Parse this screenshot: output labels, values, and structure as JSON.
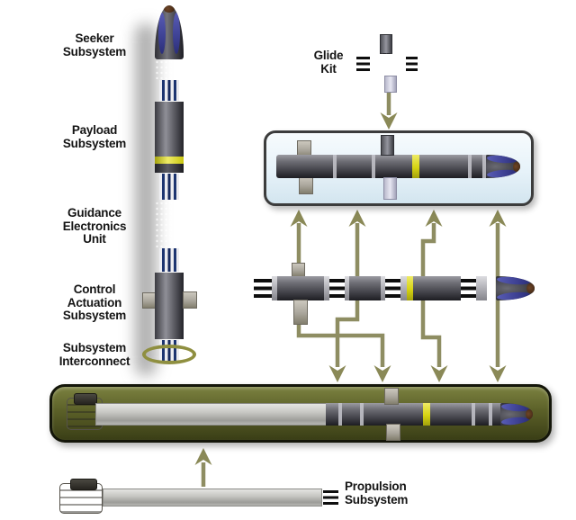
{
  "labels": {
    "seeker": "Seeker\nSubsystem",
    "payload": "Payload\nSubsystem",
    "guidance": "Guidance\nElectronics\nUnit",
    "control_actuation": "Control\nActuation\nSubsystem",
    "subsystem_interconnect": "Subsystem\nInterconnect",
    "glide_kit": "Glide\nKit",
    "propulsion": "Propulsion\nSubsystem"
  },
  "colors": {
    "arrow_olive": "#8e8d62",
    "container_olive_fill": "#5b6028",
    "container_border": "#14160a",
    "assembly_box_fill": "#e6f2f9",
    "assembly_box_border": "#3c3c3c",
    "yellow_band": "#d6d312",
    "seeker_accent_blue": "#4a4da1",
    "nose_tip_brown": "#4f2d18",
    "interconnect_ring_olive": "#8f8f40",
    "connector_pin_blue": "#1c3470"
  }
}
